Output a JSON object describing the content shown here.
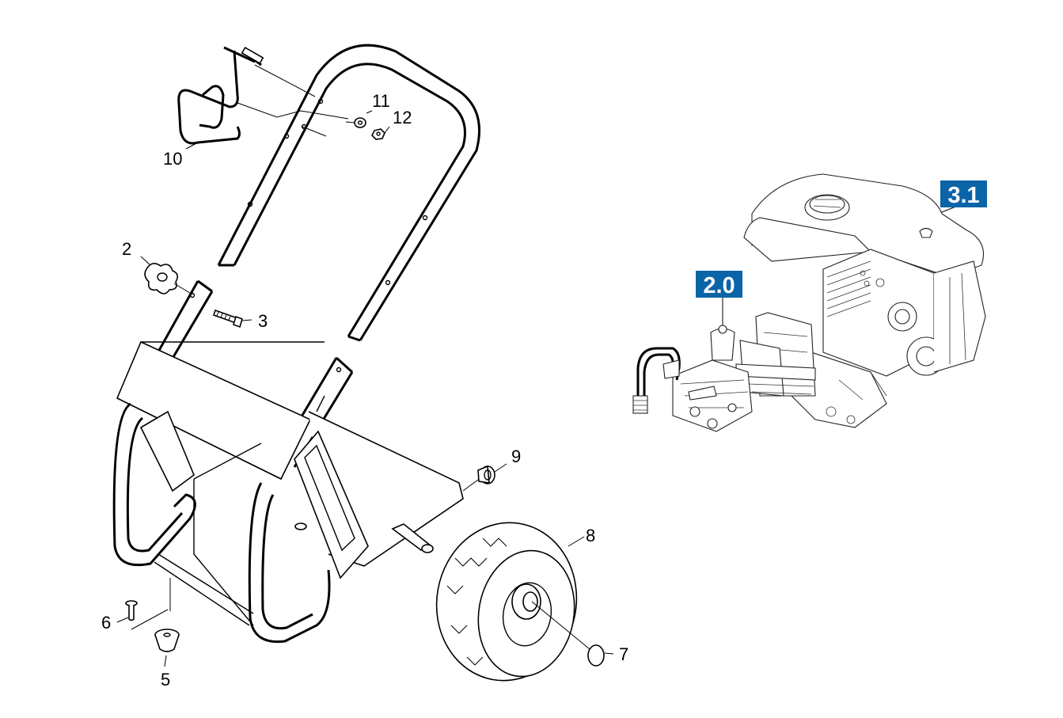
{
  "diagram": {
    "callouts": [
      {
        "id": "2",
        "label": "2"
      },
      {
        "id": "3",
        "label": "3"
      },
      {
        "id": "5",
        "label": "5"
      },
      {
        "id": "6",
        "label": "6"
      },
      {
        "id": "7",
        "label": "7"
      },
      {
        "id": "8",
        "label": "8"
      },
      {
        "id": "9",
        "label": "9"
      },
      {
        "id": "10",
        "label": "10"
      },
      {
        "id": "11",
        "label": "11"
      },
      {
        "id": "12",
        "label": "12"
      }
    ],
    "assembly_refs": [
      {
        "label": "2.0"
      },
      {
        "label": "3.1"
      }
    ],
    "colors": {
      "badge": "#0b64a8",
      "line": "#000000",
      "background": "#ffffff"
    }
  }
}
